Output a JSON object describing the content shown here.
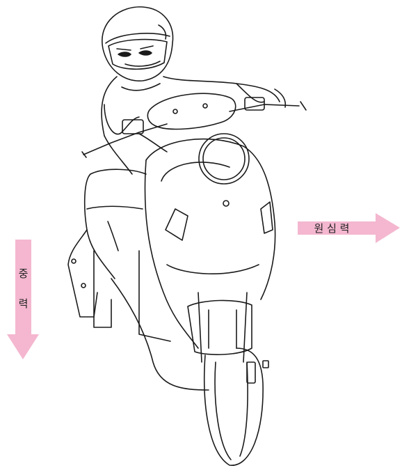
{
  "arrows": {
    "centrifugal": {
      "label": "원 심 력",
      "direction": "right",
      "color": "#f4b7cf"
    },
    "gravity": {
      "label_top": "중",
      "label_bottom": "력",
      "direction": "down",
      "color": "#f4b7cf"
    }
  },
  "illustration": {
    "subject": "rider-on-scooter-leaning-into-turn",
    "style": "black-line-drawing",
    "stroke_color": "#1a1a1a"
  }
}
